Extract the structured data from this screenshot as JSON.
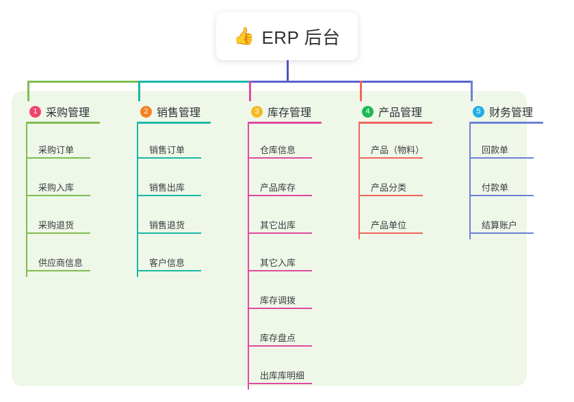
{
  "root": {
    "icon": "thumbs-up-emoji",
    "emoji": "👍",
    "title": "ERP 后台"
  },
  "colors": {
    "page_background": "#ffffff",
    "panel_background": "#eef7e8",
    "root_stem": "#4b55c0",
    "bus_purple": "#5b5fd0",
    "green": "#7ebd4e",
    "teal": "#17b8a6",
    "magenta": "#e0489e",
    "red": "#f4625c",
    "blue": "#6b7fd7",
    "badge_1": "#f2426b",
    "badge_2": "#f58021",
    "badge_3": "#f5b922",
    "badge_4": "#1db954",
    "badge_5": "#22aee8"
  },
  "columns": [
    {
      "number": "1",
      "title": "采购管理",
      "badge_color": "#f2426b",
      "line_color": "#7ebd4e",
      "items": [
        {
          "label": "采购订单"
        },
        {
          "label": "采购入库"
        },
        {
          "label": "采购退货"
        },
        {
          "label": "供应商信息"
        }
      ]
    },
    {
      "number": "2",
      "title": "销售管理",
      "badge_color": "#f58021",
      "line_color": "#17b8a6",
      "items": [
        {
          "label": "销售订单"
        },
        {
          "label": "销售出库"
        },
        {
          "label": "销售退货"
        },
        {
          "label": "客户信息"
        }
      ]
    },
    {
      "number": "3",
      "title": "库存管理",
      "badge_color": "#f5b922",
      "line_color": "#e0489e",
      "items": [
        {
          "label": "仓库信息"
        },
        {
          "label": "产品库存"
        },
        {
          "label": "其它出库"
        },
        {
          "label": "其它入库"
        },
        {
          "label": "库存调拨"
        },
        {
          "label": "库存盘点"
        },
        {
          "label": "出库库明细"
        }
      ]
    },
    {
      "number": "4",
      "title": "产品管理",
      "badge_color": "#1db954",
      "line_color": "#f4625c",
      "items": [
        {
          "label": "产品（物料）"
        },
        {
          "label": "产品分类"
        },
        {
          "label": "产品单位"
        }
      ]
    },
    {
      "number": "5",
      "title": "财务管理",
      "badge_color": "#22aee8",
      "line_color": "#6b7fd7",
      "items": [
        {
          "label": "回款单"
        },
        {
          "label": "付款单"
        },
        {
          "label": "结算账户"
        }
      ]
    }
  ]
}
